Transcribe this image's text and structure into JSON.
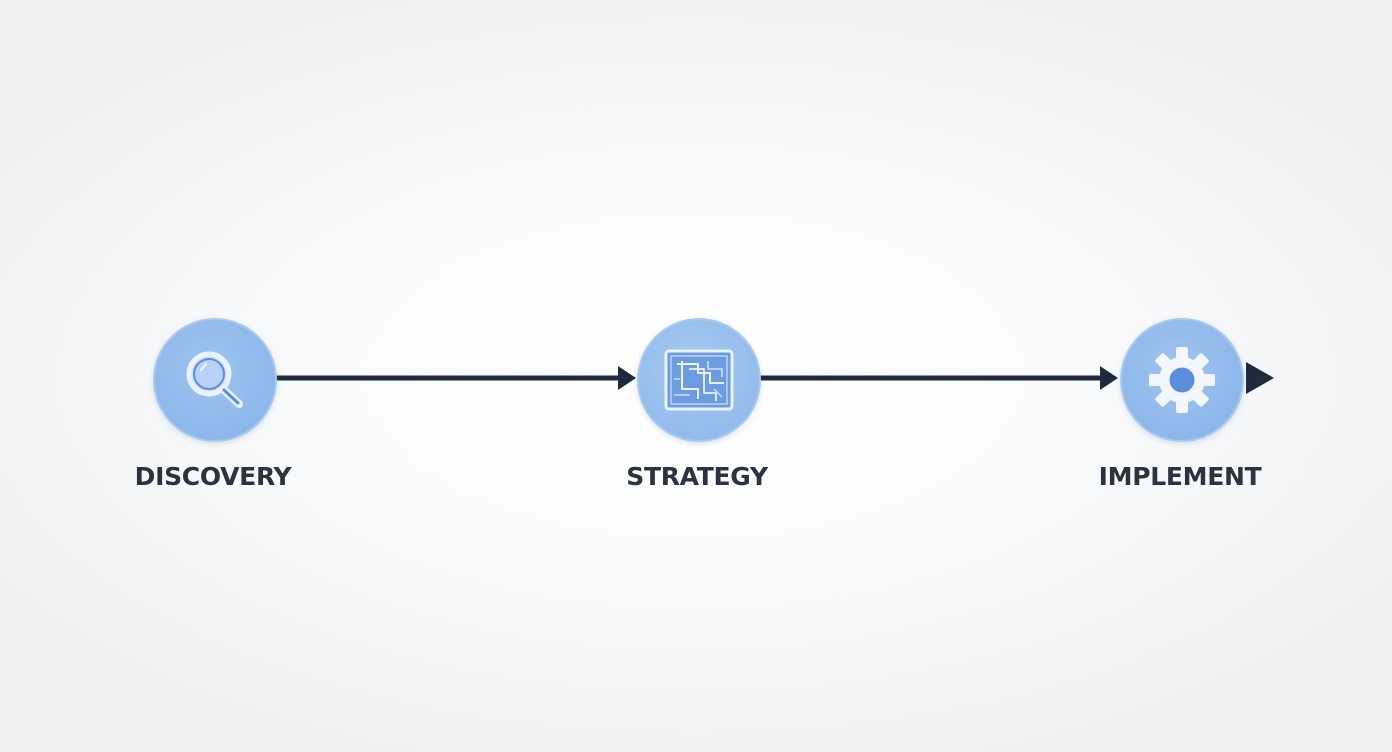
{
  "steps": [
    {
      "label": "DISCOVERY",
      "icon": "magnifier-icon"
    },
    {
      "label": "STRATEGY",
      "icon": "blueprint-icon"
    },
    {
      "label": "IMPLEMENT",
      "icon": "gear-icon"
    }
  ],
  "colors": {
    "circle_fill": "#8db8ea",
    "circle_edge": "#a9c9f0",
    "icon_primary": "#5b8fdc",
    "icon_light": "#eaf2fd",
    "arrow": "#1f2b3d",
    "label": "#2b3340"
  }
}
